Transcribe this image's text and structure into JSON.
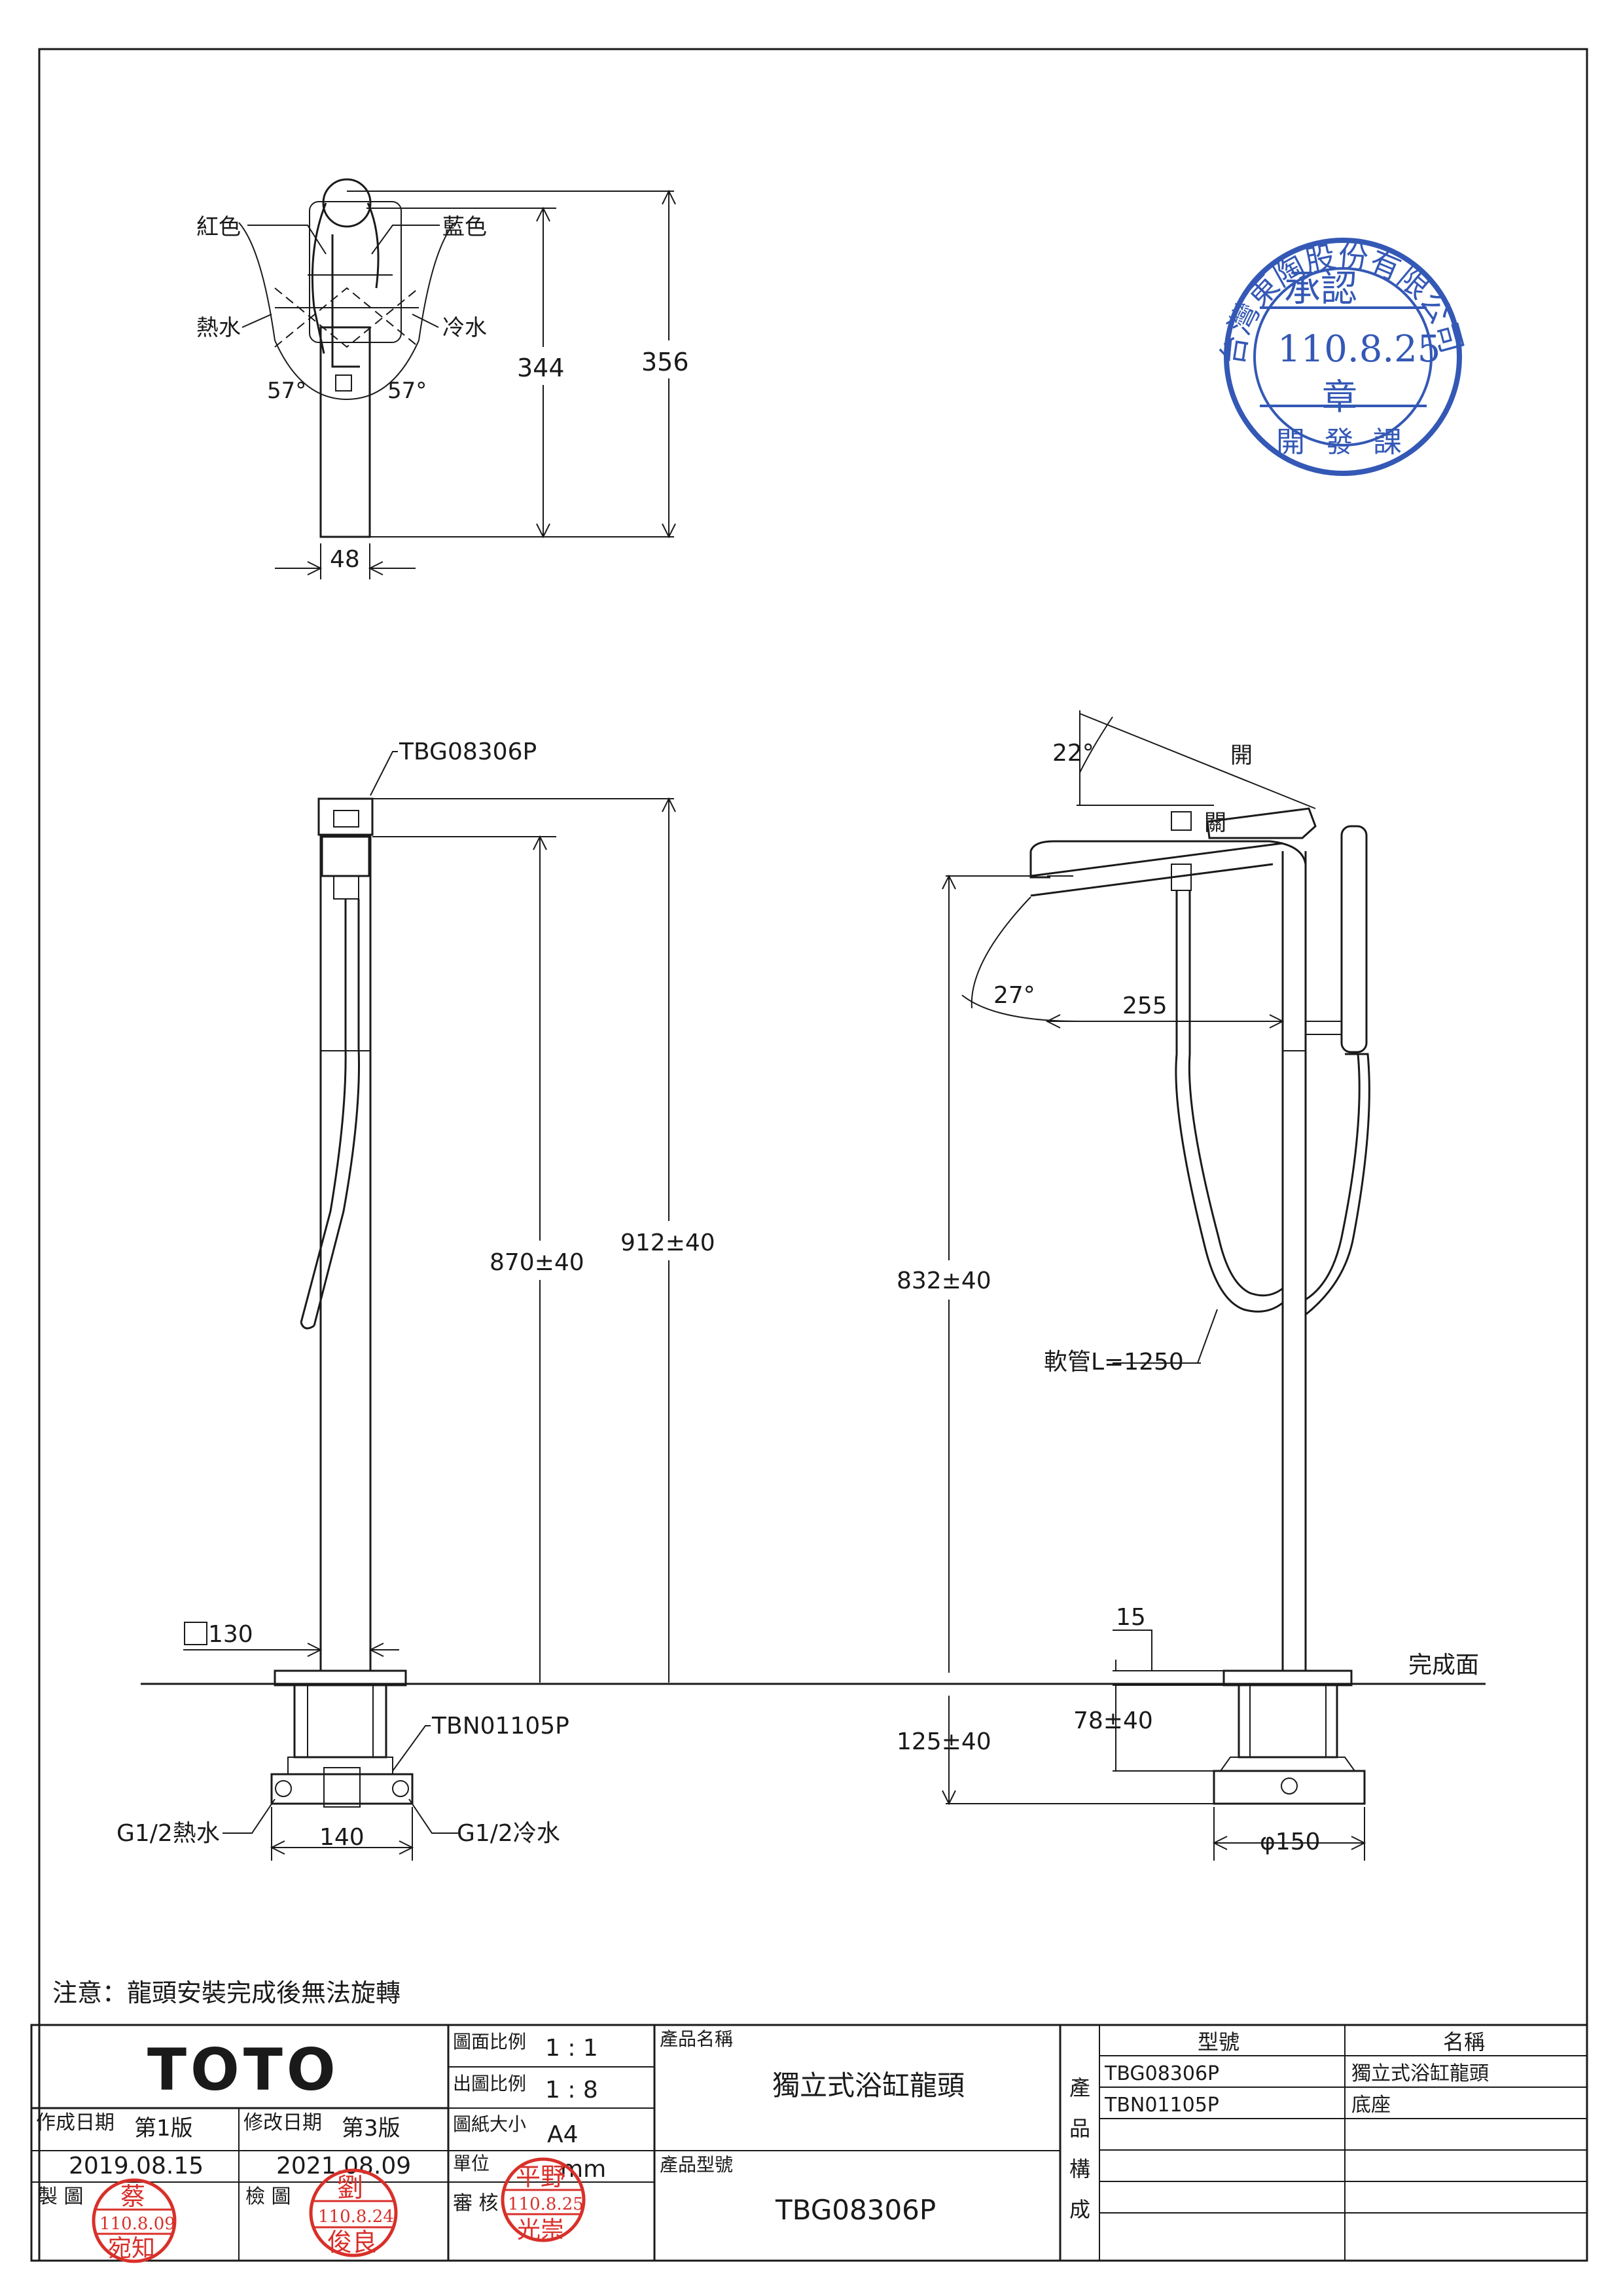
{
  "top_view": {
    "label_red": "紅色",
    "label_blue": "藍色",
    "label_hot": "熱水",
    "label_cold": "冷水",
    "angle_left": "57°",
    "angle_right": "57°",
    "dim_344": "344",
    "dim_356": "356",
    "dim_48": "48"
  },
  "front_view": {
    "model_callout": "TBG08306P",
    "base_callout": "TBN01105P",
    "dim_870": "870±40",
    "dim_912": "912±40",
    "square_130": "130",
    "dim_140": "140",
    "hot_inlet": "G1/2熱水",
    "cold_inlet": "G1/2冷水"
  },
  "side_view": {
    "angle_22": "22°",
    "open": "開",
    "close": "關",
    "angle_27": "27°",
    "dim_255": "255",
    "dim_832": "832±40",
    "hose": "軟管L=1250",
    "dim_15": "15",
    "finish_surface": "完成面",
    "dim_78": "78±40",
    "dim_125": "125±40",
    "dim_150": "φ150"
  },
  "note": "注意：龍頭安裝完成後無法旋轉",
  "approval_stamp": {
    "company": "台灣東陶股份有限公司",
    "top": "承認",
    "date": "110.8.25",
    "center": "章",
    "dept": "開發課"
  },
  "title_block": {
    "brand": "TOTO",
    "created_label": "作成日期",
    "created_version": "第1版",
    "created_date": "2019.08.15",
    "modified_label": "修改日期",
    "modified_version": "第3版",
    "modified_date": "2021.08.09",
    "drawn_label": "製 圖",
    "checked_label": "檢 圖",
    "scale_label": "圖面比例",
    "scale_value": "1 : 1",
    "print_scale_label": "出圖比例",
    "print_scale_value": "1 : 8",
    "paper_label": "圖紙大小",
    "paper_value": "A4",
    "unit_label": "單位",
    "unit_value": "mm",
    "review_label": "審 核",
    "product_name_label": "產品名稱",
    "product_name": "獨立式浴缸龍頭",
    "product_model_label": "產品型號",
    "product_model": "TBG08306P",
    "composition_label": [
      "產",
      "品",
      "構",
      "成"
    ],
    "comp_header_model": "型號",
    "comp_header_name": "名稱",
    "components": [
      {
        "model": "TBG08306P",
        "name": "獨立式浴缸龍頭"
      },
      {
        "model": "TBN01105P",
        "name": "底座"
      }
    ],
    "stamp_draw": {
      "name_top": "蔡",
      "date": "110.8.09",
      "name_bottom": "宛知"
    },
    "stamp_check": {
      "name_top": "劉",
      "date": "110.8.24",
      "name_bottom": "俊良"
    },
    "stamp_review": {
      "name_top": "平野",
      "date": "110.8.25",
      "name_bottom": "光崇"
    }
  }
}
